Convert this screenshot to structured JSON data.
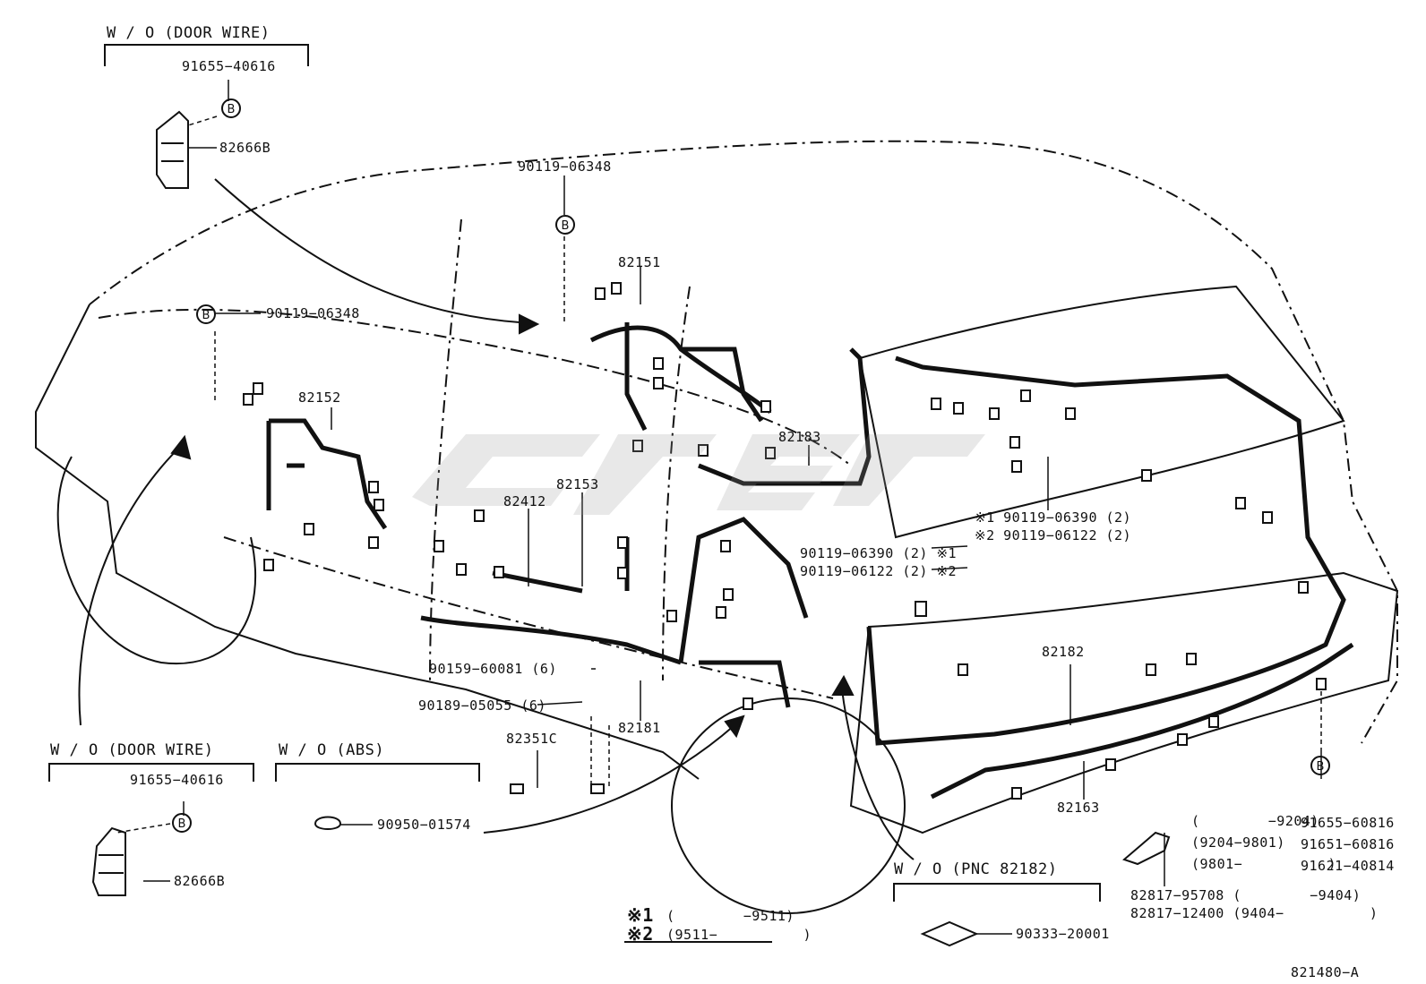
{
  "headers": {
    "door_wire_top": "W / O (DOOR WIRE)",
    "door_wire_bottom": "W / O (DOOR WIRE)",
    "abs": "W / O (ABS)",
    "pnc": "W / O (PNC 82182)"
  },
  "parts": {
    "p91655_40616_top": "91655−40616",
    "p82666B_top": "82666B",
    "p90119_06348_roof": "90119−06348",
    "p90119_06348_side": "90119−06348",
    "p82151": "82151",
    "p82152": "82152",
    "p82183": "82183",
    "p82412": "82412",
    "p82153": "82153",
    "p90119_06390_right": "※1 90119−06390 (2)",
    "p90119_06122_right": "※2 90119−06122 (2)",
    "p90119_06390_mid": "90119−06390 (2) ※1",
    "p90119_06122_mid": "90119−06122 (2) ※2",
    "p82182": "82182",
    "p90159_60081": "90159−60081 (6)",
    "p90189_05055": "90189−05055 (6)",
    "p82181": "82181",
    "p82351C": "82351C",
    "p91655_40616_bottom": "91655−40616",
    "p82666B_bottom": "82666B",
    "p90950_01574": "90950−01574",
    "p82163": "82163",
    "range_1": "(        −9204)",
    "range_2": "(9204−9801)",
    "range_3": "(9801−          )",
    "p91655_60816": "91655−60816",
    "p91651_60816": "91651−60816",
    "p91621_40814": "91621−40814",
    "p82817_95708": "82817−95708 (        −9404)",
    "p82817_12400": "82817−12400 (9404−          )",
    "p90333_20001": "90333−20001"
  },
  "legend": {
    "mark1": "※1",
    "range1": "(        −9511)",
    "mark2": "※2",
    "range2": "(9511−          )"
  },
  "callout_letter": "B",
  "diagram_code": "821480−A",
  "watermark_color": "#9a9a9a"
}
